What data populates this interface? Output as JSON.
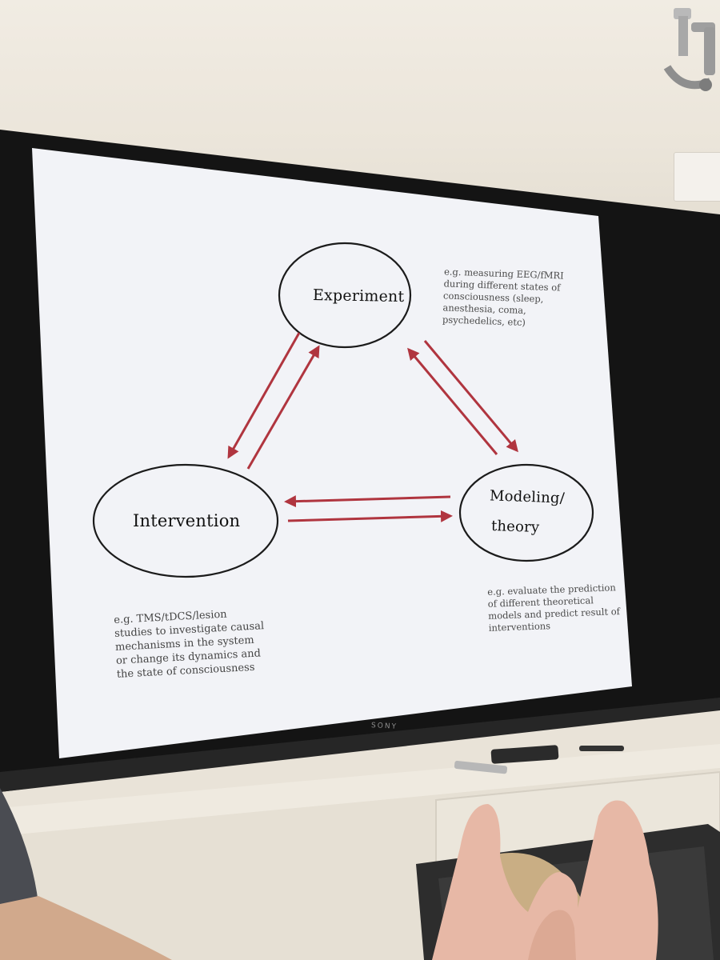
{
  "slide": {
    "nodes": {
      "experiment": "Experiment",
      "intervention": "Intervention",
      "modeling_line1": "Modeling/",
      "modeling_line2": "theory"
    },
    "notes": {
      "experiment": [
        "e.g. measuring EEG/fMRI",
        "during different states of",
        "consciousness (sleep,",
        "anesthesia, coma,",
        "psychedelics, etc)"
      ],
      "intervention": [
        "e.g. TMS/tDCS/lesion",
        "studies to investigate causal",
        "mechanisms in the system",
        "or change its dynamics and",
        "the state of consciousness"
      ],
      "modeling": [
        "e.g. evaluate the prediction",
        "of different theoretical",
        "models and predict result of",
        "interventions"
      ]
    },
    "colors": {
      "arrow": "#b0353f",
      "slide_bg": "#f2f3f7",
      "bezel": "#141414"
    }
  },
  "tv": {
    "brand": "SONY"
  }
}
